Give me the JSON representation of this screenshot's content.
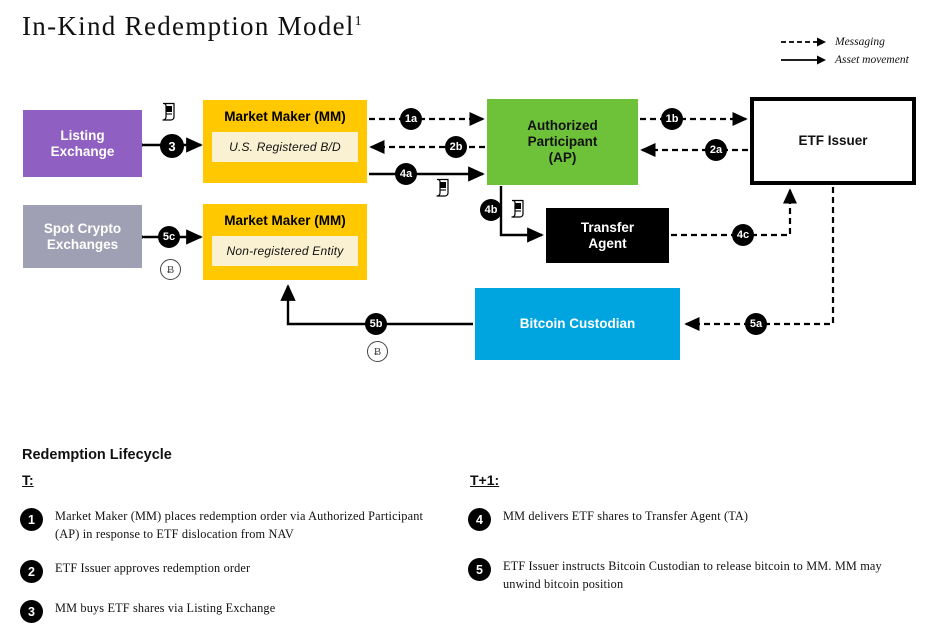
{
  "title": {
    "text": "In-Kind Redemption Model",
    "footnote_marker": "1"
  },
  "legend": {
    "items": [
      {
        "label": "Messaging",
        "style": "dashed",
        "icon": "dashed-arrow-icon"
      },
      {
        "label": "Asset movement",
        "style": "solid",
        "icon": "solid-arrow-icon"
      }
    ]
  },
  "colors": {
    "listing_exchange": "#8f5fc2",
    "spot_crypto": "#a0a0b4",
    "market_maker": "#ffc800",
    "market_maker_sub": "#faf0d2",
    "authorized_participant": "#6ec23a",
    "transfer_agent": "#000000",
    "bitcoin_custodian": "#00a5e0",
    "etf_issuer": "#ffffff",
    "badge": "#000000"
  },
  "diagram": {
    "nodes": {
      "listing_exchange": {
        "label": "Listing\nExchange",
        "line1": "Listing",
        "line2": "Exchange"
      },
      "spot_crypto": {
        "label": "Spot Crypto\nExchanges",
        "line1": "Spot Crypto",
        "line2": "Exchanges"
      },
      "mm_bd": {
        "title": "Market Maker (MM)",
        "subtitle": "U.S. Registered  B/D"
      },
      "mm_nonreg": {
        "title": "Market Maker (MM)",
        "subtitle": "Non-registered Entity"
      },
      "authorized_participant": {
        "line1": "Authorized",
        "line2": "Participant",
        "line3": "(AP)"
      },
      "transfer_agent": {
        "line1": "Transfer",
        "line2": "Agent"
      },
      "bitcoin_custodian": {
        "label": "Bitcoin Custodian"
      },
      "etf_issuer": {
        "label": "ETF Issuer"
      }
    },
    "flow_badges": [
      {
        "id": "1a",
        "label": "1a",
        "type": "messaging",
        "from": "mm_bd",
        "to": "authorized_participant"
      },
      {
        "id": "2b",
        "label": "2b",
        "type": "messaging",
        "from": "authorized_participant",
        "to": "mm_bd"
      },
      {
        "id": "4a",
        "label": "4a",
        "type": "asset",
        "from": "mm_bd",
        "to": "authorized_participant"
      },
      {
        "id": "1b",
        "label": "1b",
        "type": "messaging",
        "from": "authorized_participant",
        "to": "etf_issuer"
      },
      {
        "id": "2a",
        "label": "2a",
        "type": "messaging",
        "from": "etf_issuer",
        "to": "authorized_participant"
      },
      {
        "id": "3",
        "label": "3",
        "type": "asset",
        "from": "listing_exchange",
        "to": "mm_bd"
      },
      {
        "id": "4b",
        "label": "4b",
        "type": "asset",
        "from": "authorized_participant",
        "to": "transfer_agent"
      },
      {
        "id": "4c",
        "label": "4c",
        "type": "messaging",
        "from": "transfer_agent",
        "to": "etf_issuer"
      },
      {
        "id": "5a",
        "label": "5a",
        "type": "messaging",
        "from": "etf_issuer",
        "to": "bitcoin_custodian"
      },
      {
        "id": "5b",
        "label": "5b",
        "type": "asset",
        "from": "bitcoin_custodian",
        "to": "mm_nonreg"
      },
      {
        "id": "5c",
        "label": "5c",
        "type": "asset",
        "from": "spot_crypto",
        "to": "mm_nonreg"
      }
    ],
    "bitcoin_tokens": [
      {
        "near": "5c",
        "symbol": "Ƀ"
      },
      {
        "near": "5b",
        "symbol": "Ƀ"
      }
    ],
    "scroll_icons": [
      {
        "near": "3"
      },
      {
        "near": "4a"
      },
      {
        "near": "4b"
      }
    ]
  },
  "lifecycle": {
    "heading": "Redemption Lifecycle",
    "columns": [
      {
        "heading": "T:",
        "steps": [
          {
            "num": "1",
            "text": "Market Maker (MM) places redemption order via Authorized Participant (AP) in response to ETF dislocation from NAV"
          },
          {
            "num": "2",
            "text": "ETF Issuer approves redemption order"
          },
          {
            "num": "3",
            "text": "MM buys ETF shares via Listing Exchange"
          }
        ]
      },
      {
        "heading": "T+1:",
        "steps": [
          {
            "num": "4",
            "text": "MM delivers ETF shares to Transfer Agent (TA)"
          },
          {
            "num": "5",
            "text": "ETF Issuer instructs Bitcoin Custodian to release bitcoin to MM. MM may unwind bitcoin position"
          }
        ]
      }
    ]
  }
}
